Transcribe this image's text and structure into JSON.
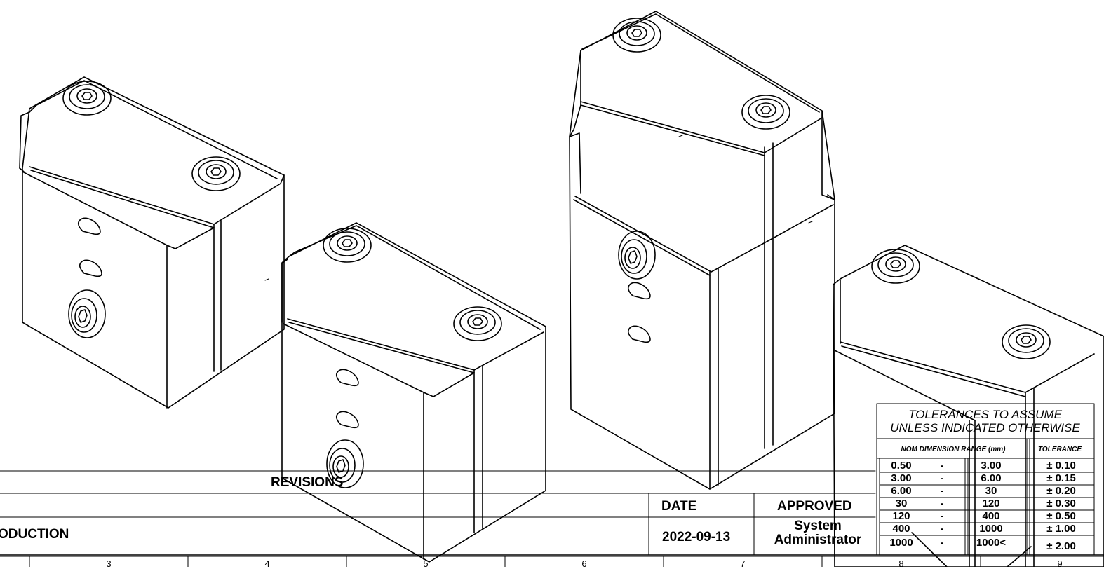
{
  "revisions": {
    "title": "REVISIONS",
    "description": "ODUCTION",
    "date_header": "DATE",
    "approved_header": "APPROVED",
    "date": "2022-09-13",
    "approved_by_line1": "System",
    "approved_by_line2": "Administrator"
  },
  "tolerances": {
    "title_line1": "TOLERANCES TO ASSUME",
    "title_line2": "UNLESS INDICATED OTHERWISE",
    "header_range": "NOM DIMENSION RANGE (mm)",
    "header_tolerance": "TOLERANCE",
    "rows": [
      {
        "from": "0.50",
        "sep": "-",
        "to": "3.00",
        "tol": "± 0.10"
      },
      {
        "from": "3.00",
        "sep": "-",
        "to": "6.00",
        "tol": "± 0.15"
      },
      {
        "from": "6.00",
        "sep": "-",
        "to": "30",
        "tol": "± 0.20"
      },
      {
        "from": "30",
        "sep": "-",
        "to": "120",
        "tol": "± 0.30"
      },
      {
        "from": "120",
        "sep": "-",
        "to": "400",
        "tol": "± 0.50"
      },
      {
        "from": "400",
        "sep": "-",
        "to": "1000",
        "tol": "± 1.00"
      },
      {
        "from": "1000",
        "sep": "-",
        "to": "1000<",
        "tol": "± 2.00"
      }
    ]
  },
  "zones": [
    "3",
    "4",
    "5",
    "6",
    "7",
    "8",
    "9"
  ]
}
